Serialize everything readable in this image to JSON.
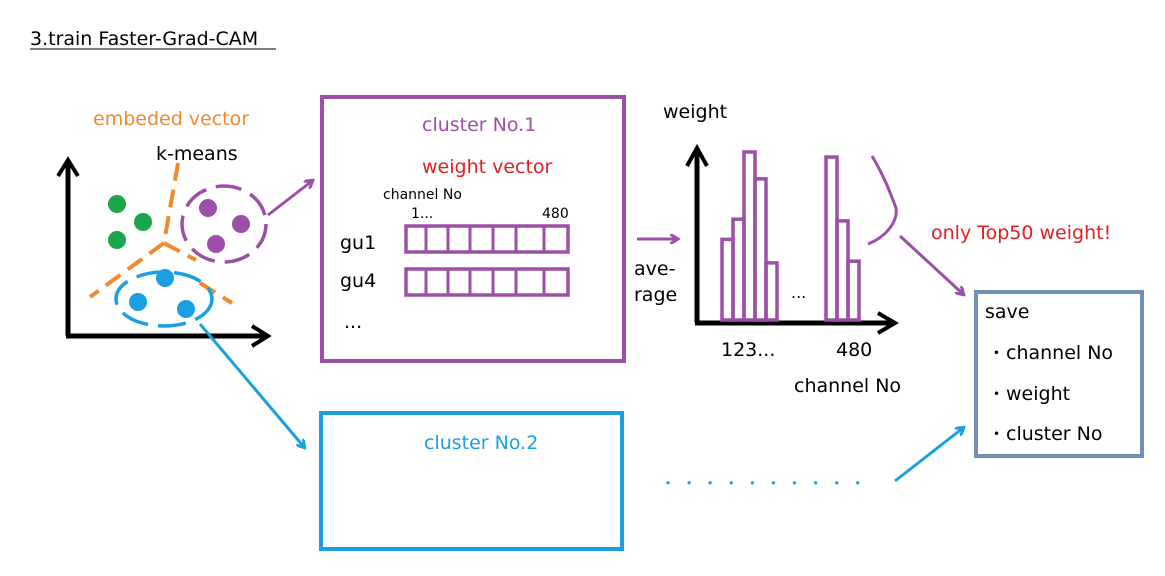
{
  "title": "3.train Faster-Grad-CAM",
  "scatter": {
    "embeded_label": "embeded vector",
    "kmeans_label": "k-means"
  },
  "cluster1": {
    "title": "cluster No.1",
    "weight_vector_label": "weight vector",
    "channel_label": "channel No",
    "channel_start": "1...",
    "channel_end": "480",
    "rows": [
      "gu1",
      "gu4"
    ],
    "ellipsis": "..."
  },
  "cluster2": {
    "title": "cluster No.2"
  },
  "average": {
    "line1": "ave-",
    "line2": "rage"
  },
  "histogram": {
    "y_label": "weight",
    "x_tick_start": "123...",
    "x_tick_end": "480",
    "x_label": "channel No",
    "dots": "...",
    "left_group_levels": [
      0.48,
      0.6,
      1.0,
      0.84,
      0.34
    ],
    "right_group_levels": [
      0.97,
      0.59,
      0.35
    ]
  },
  "top50_label": "only Top50 weight!",
  "save": {
    "title": "save",
    "items": [
      "channel No",
      "weight",
      "cluster No"
    ],
    "bullet": "・"
  },
  "continuation_dots": "・ ・ ・ ・ ・ ・ ・ ・ ・ ・",
  "colors": {
    "purple": "#9b4fa6",
    "blue": "#1aa0e0",
    "orange": "#f08a2c",
    "red": "#e02020",
    "green": "#1aa64a",
    "save_border": "#7090b8",
    "black": "#000000"
  }
}
